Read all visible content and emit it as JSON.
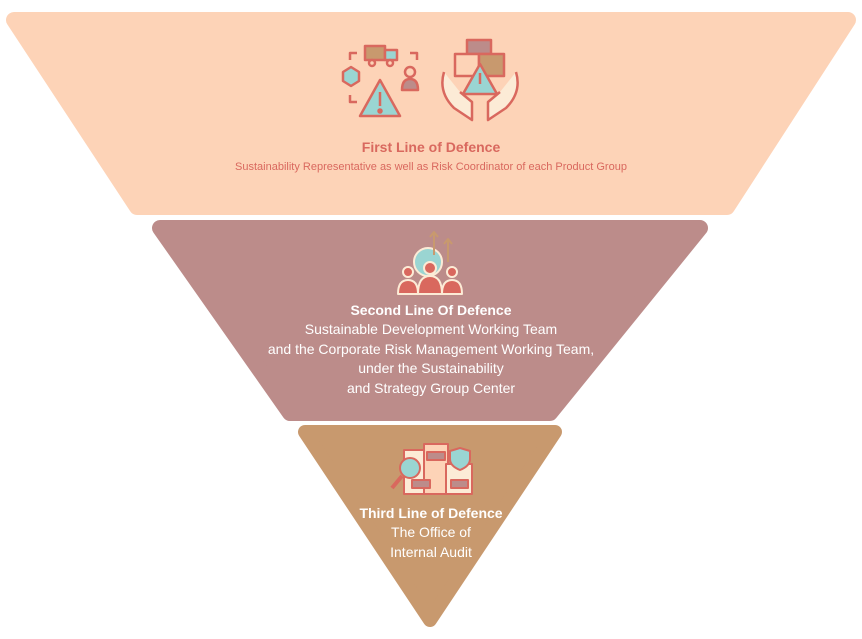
{
  "colors": {
    "first": "#FDD3B7",
    "second": "#BC8C8A",
    "third": "#C8996E",
    "accent": "#D9685E"
  },
  "first": {
    "title": "First Line of Defence",
    "subtitle": "Sustainability Representative as well as  Risk Coordinator of each Product Group",
    "icons": [
      "supply-chain-risk-icon",
      "hands-risk-icon"
    ]
  },
  "second": {
    "title": "Second Line Of Defence",
    "lines": [
      "Sustainable Development Working Team",
      "and the Corporate Risk Management Working Team,",
      "under the Sustainability",
      "and Strategy Group Center"
    ],
    "icon": "team-growth-icon"
  },
  "third": {
    "title": "Third Line of Defence",
    "lines": [
      "The Office of",
      "Internal Audit"
    ],
    "icon": "audit-icon"
  }
}
